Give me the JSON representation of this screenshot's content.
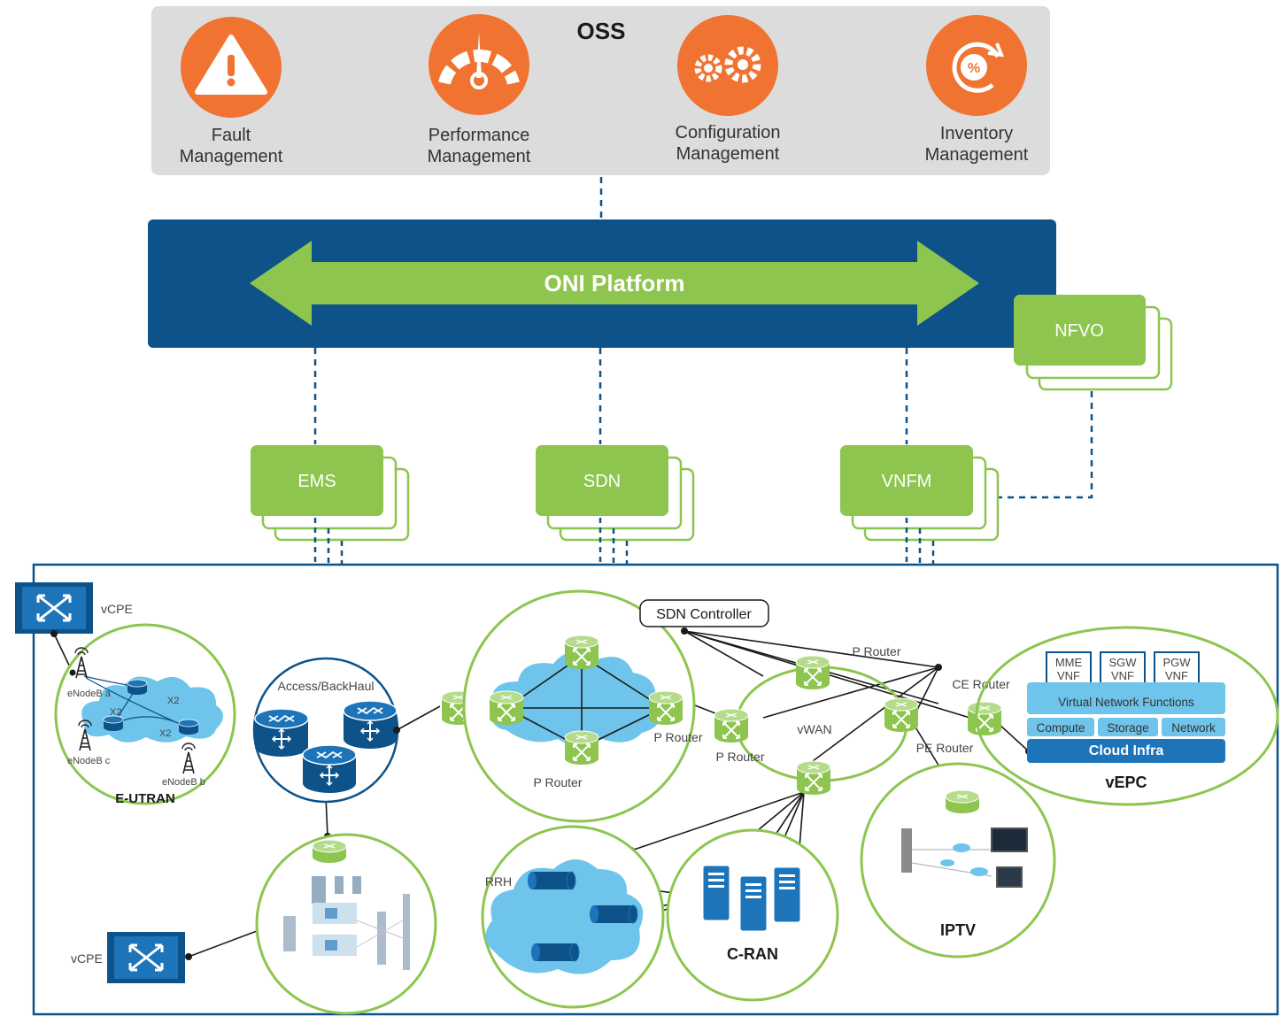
{
  "oss": {
    "title": "OSS",
    "items": [
      {
        "line1": "Fault",
        "line2": "Management",
        "icon": "warning-icon"
      },
      {
        "line1": "Performance",
        "line2": "Management",
        "icon": "gauge-icon"
      },
      {
        "line1": "Configuration",
        "line2": "Management",
        "icon": "gears-icon"
      },
      {
        "line1": "Inventory",
        "line2": "Management",
        "icon": "inventory-cycle-icon"
      }
    ]
  },
  "platform": {
    "label": "ONI Platform"
  },
  "managers": {
    "ems": "EMS",
    "sdn": "SDN",
    "vnfm": "VNFM",
    "nfvo": "NFVO"
  },
  "network": {
    "vcpe_top": "vCPE",
    "vcpe_bottom": "vCPE",
    "eutran": {
      "title": "E-UTRAN",
      "enodeb_a": "eNodeB a",
      "enodeb_b": "eNodeB b",
      "enodeb_c": "eNodeB c",
      "x2": "X2"
    },
    "access": "Access/BackHaul",
    "p_router_core": "P Router",
    "p_router_edge": "P Router",
    "p_router_mid": "P Router",
    "p_router_top": "P Router",
    "sdn_controller": "SDN Controller",
    "vwan": "vWAN",
    "ce_router": "CE Router",
    "pe_router": "PE Router",
    "vepc": {
      "title": "vEPC",
      "mme_1": "MME",
      "mme_2": "VNF",
      "sgw_1": "SGW",
      "sgw_2": "VNF",
      "pgw_1": "PGW",
      "pgw_2": "VNF",
      "vnf": "Virtual Network Functions",
      "compute": "Compute",
      "storage": "Storage",
      "network": "Network",
      "cloud_infra": "Cloud Infra"
    },
    "iptv": "IPTV",
    "rrh": "RRH",
    "cran": "C-RAN"
  },
  "colors": {
    "orange": "#f07331",
    "green": "#8dc54f",
    "navy": "#0d5289",
    "blue": "#1d74b9",
    "light_blue": "#6ec4ea",
    "gray": "#dcdcdc"
  }
}
